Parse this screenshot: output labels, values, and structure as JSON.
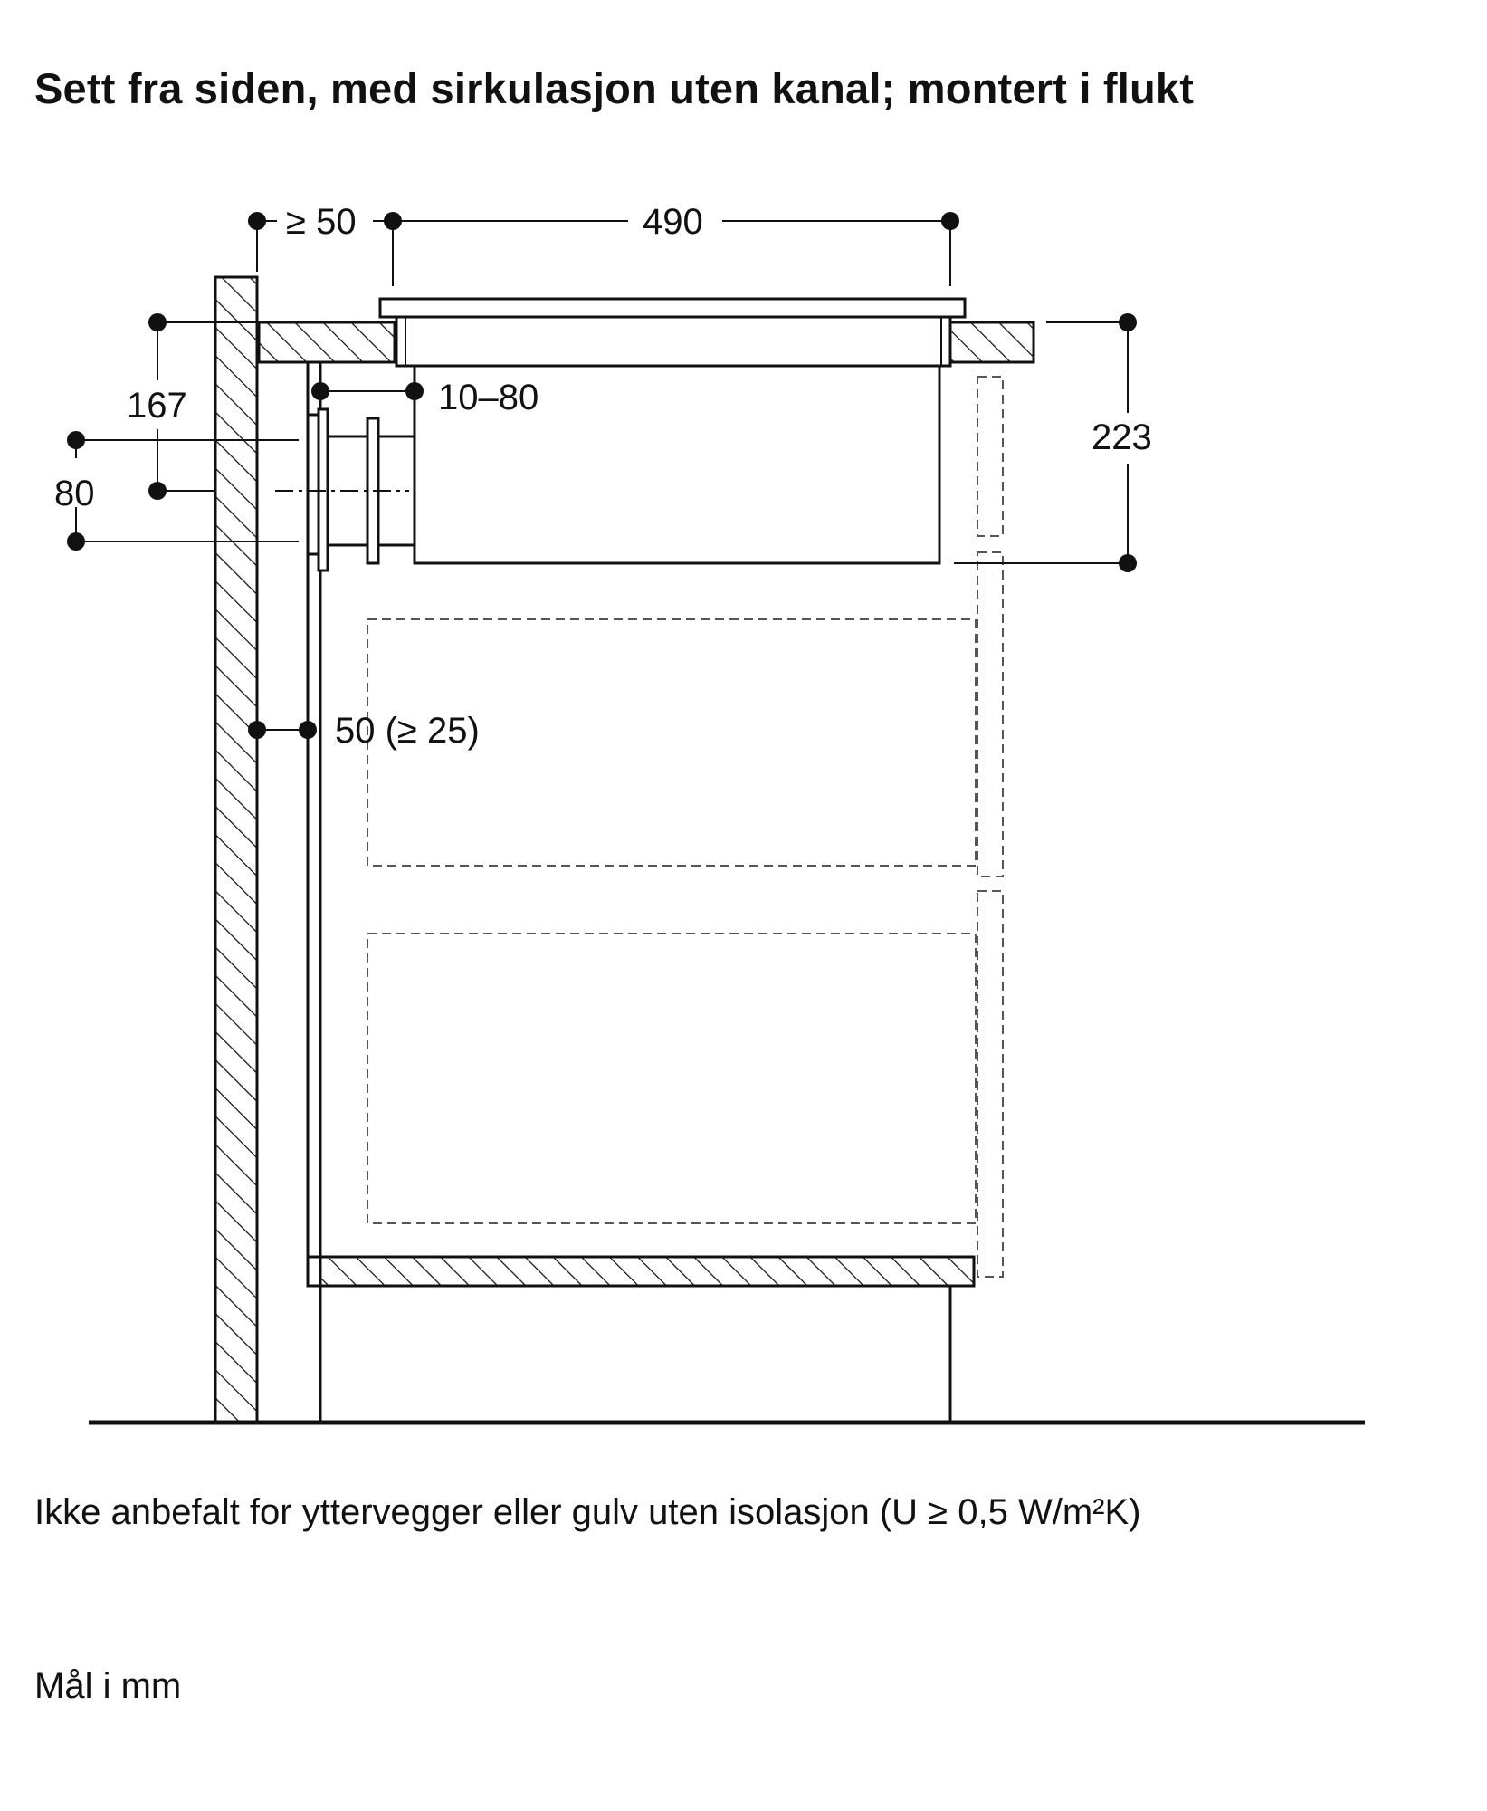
{
  "title": "Sett fra siden, med sirkulasjon uten kanal; montert i flukt",
  "note": "Ikke anbefalt for yttervegger eller gulv uten isolasjon (U ≥ 0,5 W/m²K)",
  "units": "Mål i mm",
  "dimensions": {
    "wall_gap": "≥ 50",
    "width": "490",
    "top_height": "167",
    "vent_range": "10–80",
    "vent_height": "80",
    "total_height": "223",
    "rear_gap": "50 (≥ 25)"
  }
}
